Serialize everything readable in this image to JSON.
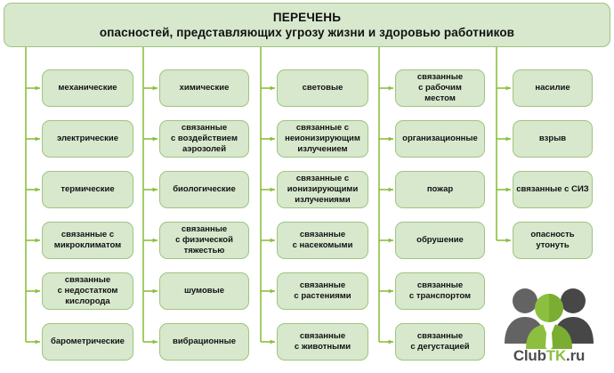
{
  "header": {
    "title_line1": "ПЕРЕЧЕНЬ",
    "title_line2": "опасностей, представляющих угрозу жизни и здоровью работников"
  },
  "colors": {
    "box_fill": "#d7e8cd",
    "box_border": "#9ec57f",
    "connector": "#8cbf3f",
    "text": "#111111",
    "logo_gray": "#4d4d4d",
    "logo_green": "#8cbf3f"
  },
  "columns": [
    {
      "name": "column-1",
      "items": [
        {
          "label": "механические"
        },
        {
          "label": "электрические"
        },
        {
          "label": "термические"
        },
        {
          "label": "связанные с\nмикроклиматом"
        },
        {
          "label": "связанные\nс недостатком\nкислорода"
        },
        {
          "label": "барометрические"
        }
      ]
    },
    {
      "name": "column-2",
      "items": [
        {
          "label": "химические"
        },
        {
          "label": "связанные\nс воздействием\nаэрозолей"
        },
        {
          "label": "биологические"
        },
        {
          "label": "связанные\nс физической\nтяжестью"
        },
        {
          "label": "шумовые"
        },
        {
          "label": "вибрационные"
        }
      ]
    },
    {
      "name": "column-3",
      "items": [
        {
          "label": "световые"
        },
        {
          "label": "связанные с\nнеионизирующим\nизлучением"
        },
        {
          "label": "связанные с\nионизирующими\nизлучениями"
        },
        {
          "label": "связанные\nс насекомыми"
        },
        {
          "label": "связанные\nс растениями"
        },
        {
          "label": "связанные\nс животными"
        }
      ]
    },
    {
      "name": "column-4",
      "items": [
        {
          "label": "связанные\nс рабочим\nместом"
        },
        {
          "label": "организационные"
        },
        {
          "label": "пожар"
        },
        {
          "label": "обрушение"
        },
        {
          "label": "связанные\nс транспортом"
        },
        {
          "label": "связанные\nс дегустацией"
        }
      ]
    },
    {
      "name": "column-5",
      "items": [
        {
          "label": "насилие"
        },
        {
          "label": "взрыв"
        },
        {
          "label": "связанные с СИЗ"
        },
        {
          "label": "опасность\nутонуть"
        }
      ]
    }
  ],
  "logo": {
    "name": "clubtk-logo",
    "text_club": "Club",
    "text_tk": "TK",
    "text_ru": ".ru",
    "icon": "three-people-icon"
  }
}
